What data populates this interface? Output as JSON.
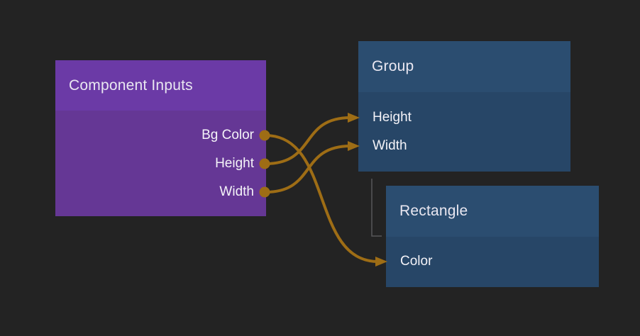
{
  "canvas": {
    "background": "#232323"
  },
  "nodes": {
    "component_inputs": {
      "title": "Component Inputs",
      "outputs": [
        {
          "label": "Bg Color"
        },
        {
          "label": "Height"
        },
        {
          "label": "Width"
        }
      ]
    },
    "group": {
      "title": "Group",
      "inputs": [
        {
          "label": "Height"
        },
        {
          "label": "Width"
        }
      ]
    },
    "rectangle": {
      "title": "Rectangle",
      "inputs": [
        {
          "label": "Color"
        }
      ]
    }
  },
  "graph": {
    "wire_color": "#9e6d15",
    "port_dot_icon": "output-dot",
    "port_arrow_icon": "input-arrowhead",
    "connections": [
      {
        "from": "component_inputs.bg_color",
        "to": "rectangle.color"
      },
      {
        "from": "component_inputs.height",
        "to": "group.height"
      },
      {
        "from": "component_inputs.width",
        "to": "group.width"
      }
    ],
    "hierarchy_link": {
      "from": "group",
      "to": "rectangle",
      "color": "#57585a"
    }
  },
  "colors": {
    "purple_header": "#6b3aa6",
    "purple_body": "#653795",
    "blue_header": "#2b4d70",
    "blue_body": "#274667",
    "title_text": "#e9e7f1",
    "label_text": "#f4f3f8"
  }
}
